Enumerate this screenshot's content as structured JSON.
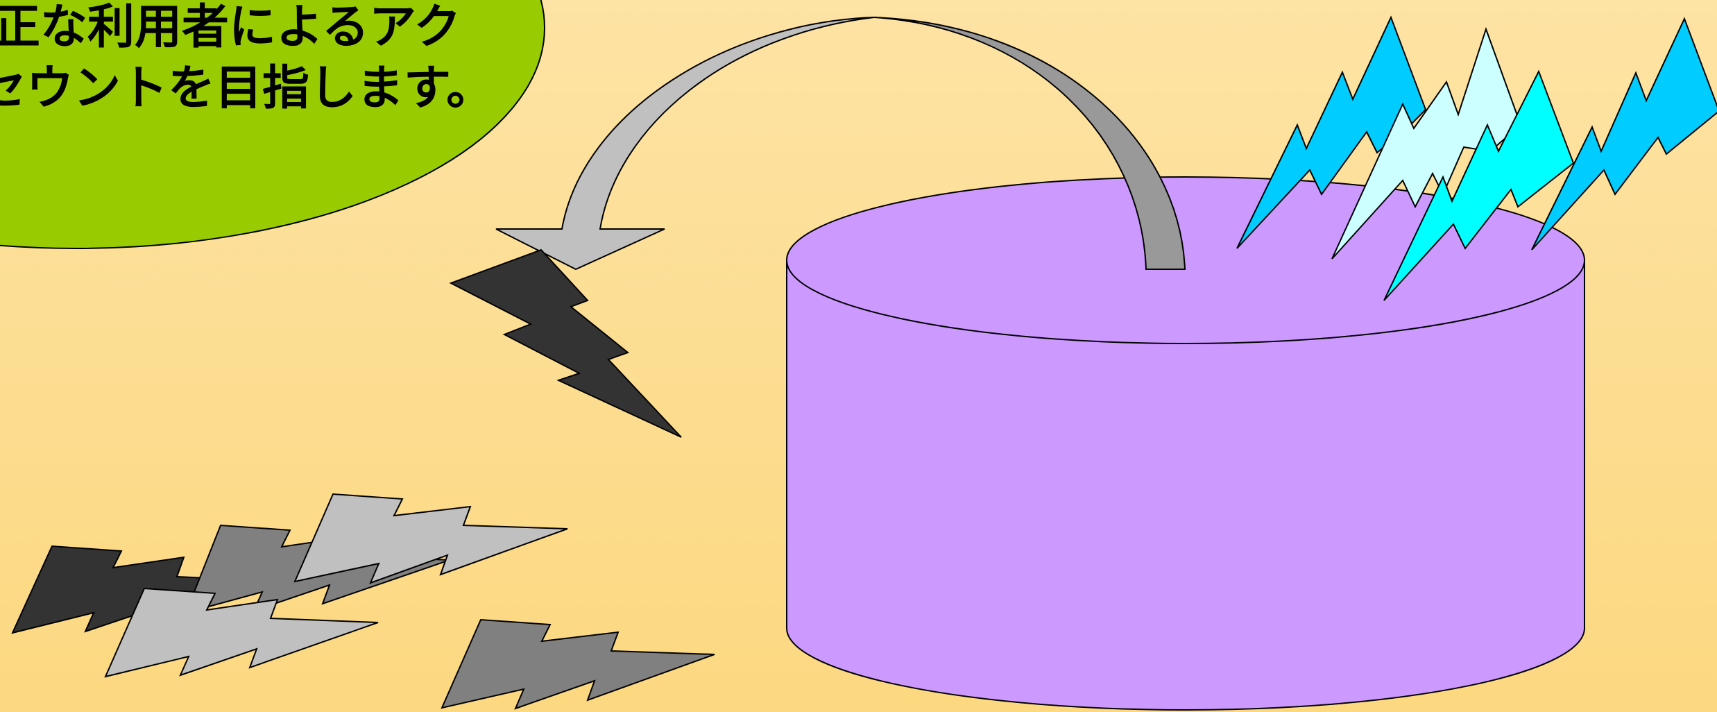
{
  "callout": {
    "line1": "正な利用者によるアク",
    "line2": "セウントを目指します。",
    "color": "#99cc00"
  },
  "colors": {
    "background_top": "#fde3a4",
    "background_bottom": "#fcd880",
    "database_fill": "#cc99ff",
    "arrow_light": "#c0c0c0",
    "arrow_dark": "#999999",
    "bolt_black": "#333333",
    "bolt_dark_gray": "#808080",
    "bolt_light_gray": "#c0c0c0",
    "bolt_sky_blue": "#00ccff",
    "bolt_pale_cyan": "#ccffff",
    "bolt_cyan": "#00ffff"
  },
  "shapes": {
    "database": "cylinder",
    "transfer_arrow": "curved-arrow",
    "bolt_icon": "lightning-bolt"
  }
}
